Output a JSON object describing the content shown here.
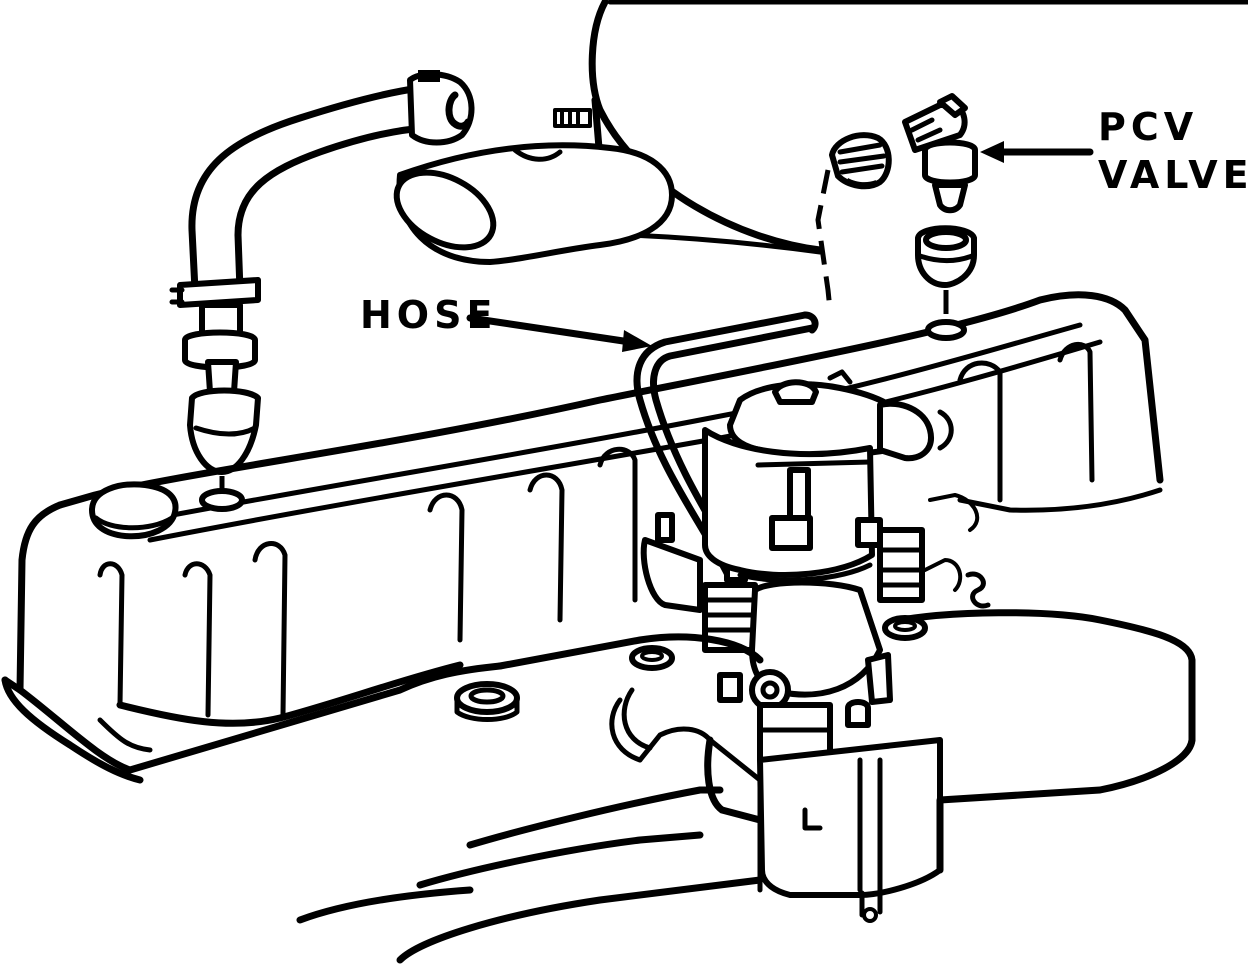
{
  "diagram": {
    "callouts": {
      "hose": "HOSE",
      "pcv_line1": "PCV",
      "pcv_line2": "VALVE"
    },
    "ink_color": "#000000",
    "paper_color": "#ffffff"
  }
}
